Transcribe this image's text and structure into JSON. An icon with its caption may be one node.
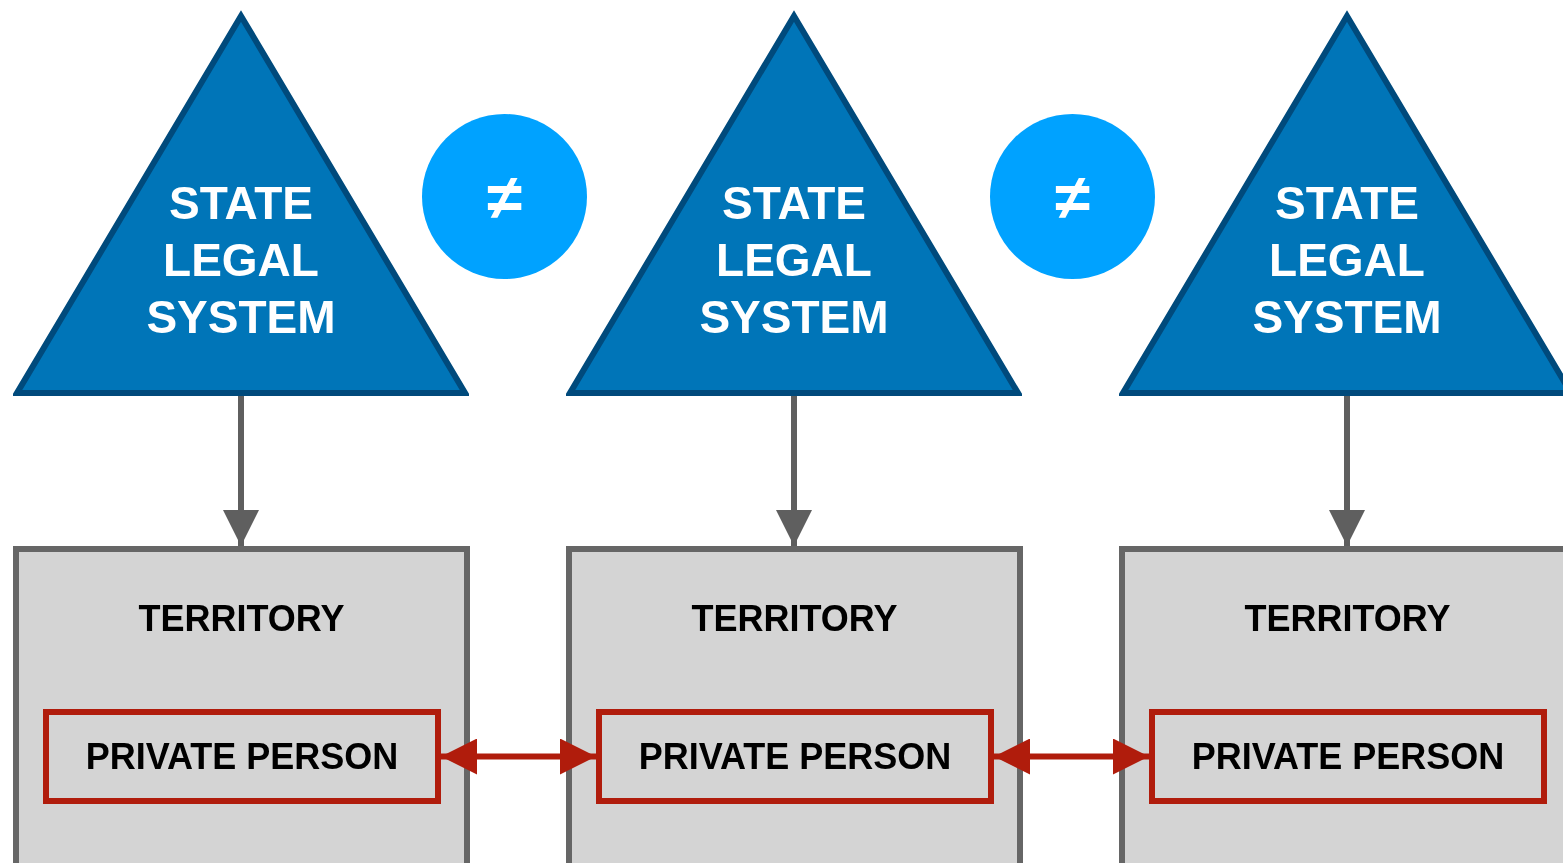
{
  "diagram": {
    "nodes": [
      {
        "text": [
          "STATE LEGAL SYSTEM"
        ]
      },
      {
        "text": [
          "≠"
        ]
      },
      {
        "text": [
          "STATE LEGAL SYSTEM"
        ]
      },
      {
        "text": [
          "≠"
        ]
      },
      {
        "text": [
          "STATE LEGAL SYSTEM"
        ]
      },
      {
        "text": [
          "TERRITORY"
        ]
      },
      {
        "text": [
          "PRIVATE PERSON"
        ],
        "in": 5
      },
      {
        "text": [
          "TERRITORY"
        ]
      },
      {
        "text": [
          "PRIVATE PERSON"
        ],
        "in": 7
      },
      {
        "text": [
          "TERRITORY"
        ]
      },
      {
        "text": [
          "PRIVATE PERSON"
        ],
        "in": 9
      }
    ],
    "edges": [
      {
        "from": 0,
        "to": 5,
        "arrow": "to"
      },
      {
        "from": 2,
        "to": 7,
        "arrow": "to"
      },
      {
        "from": 4,
        "to": 9,
        "arrow": "to"
      },
      {
        "from": 6,
        "to": 8,
        "arrow": "both",
        "color": "#b01c0c"
      },
      {
        "from": 8,
        "to": 10,
        "arrow": "both",
        "color": "#b01c0c"
      }
    ]
  }
}
